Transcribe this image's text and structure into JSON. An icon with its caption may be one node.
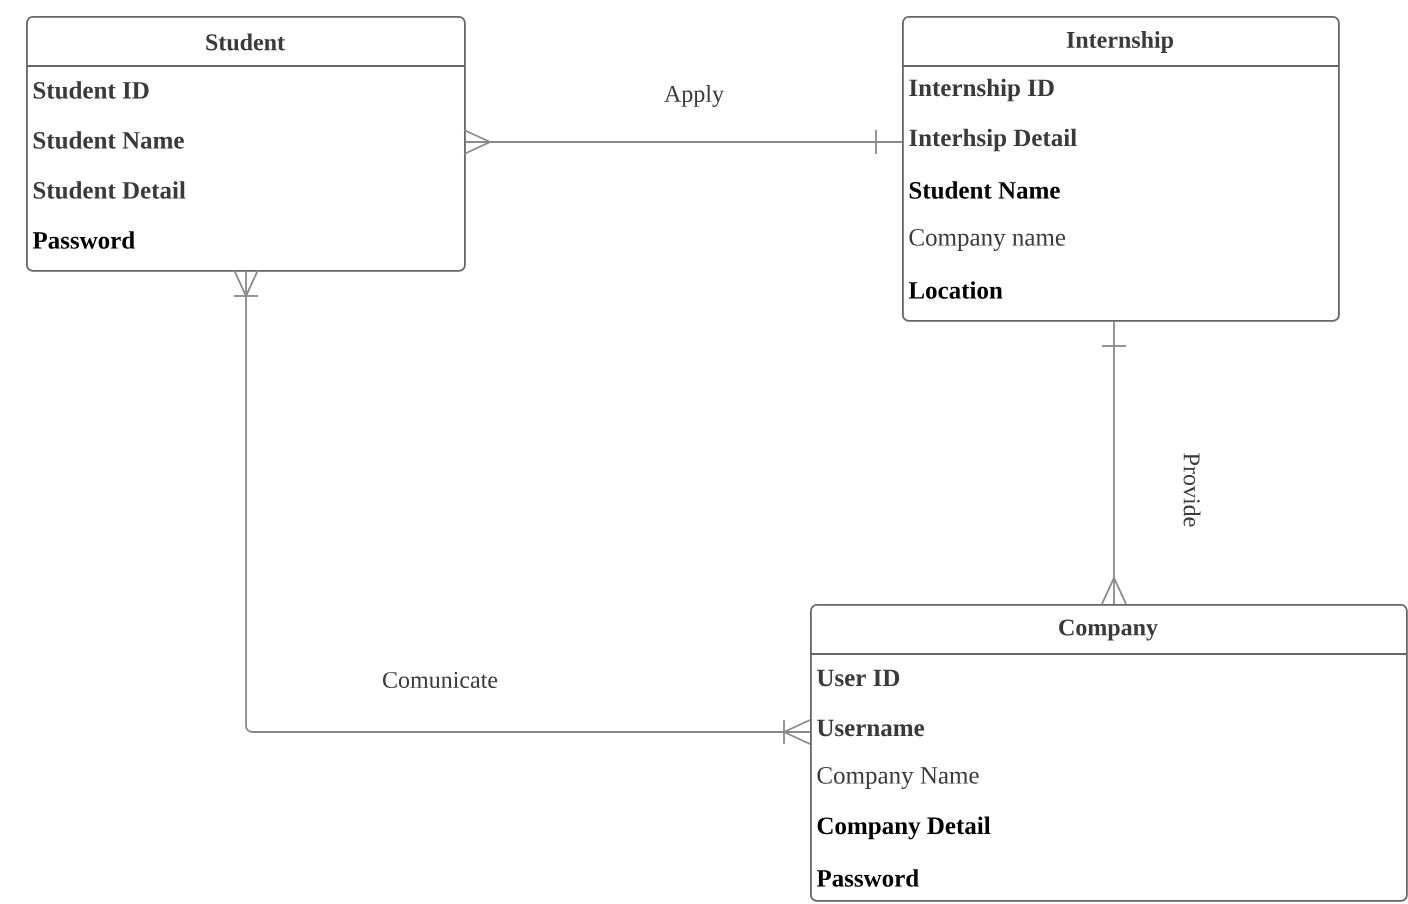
{
  "diagram": {
    "nodes": [
      {
        "text": [
          "Student",
          "Student ID",
          "Student Name",
          "Student Detail",
          "Password"
        ]
      },
      {
        "text": [
          "Internship",
          "Internship ID",
          "Interhsip Detail",
          "Student Name",
          "Company name",
          "Location"
        ]
      },
      {
        "text": [
          "Company",
          "User ID",
          "Username",
          "Company Name",
          "Company Detail",
          "Password"
        ]
      }
    ],
    "edges": [
      {
        "from": 0,
        "to": 1,
        "arrow": "other",
        "label": "Apply"
      },
      {
        "from": 1,
        "to": 2,
        "arrow": "other",
        "label": "Provide"
      },
      {
        "from": 0,
        "to": 2,
        "arrow": "other",
        "label": "Comunicate"
      }
    ]
  }
}
